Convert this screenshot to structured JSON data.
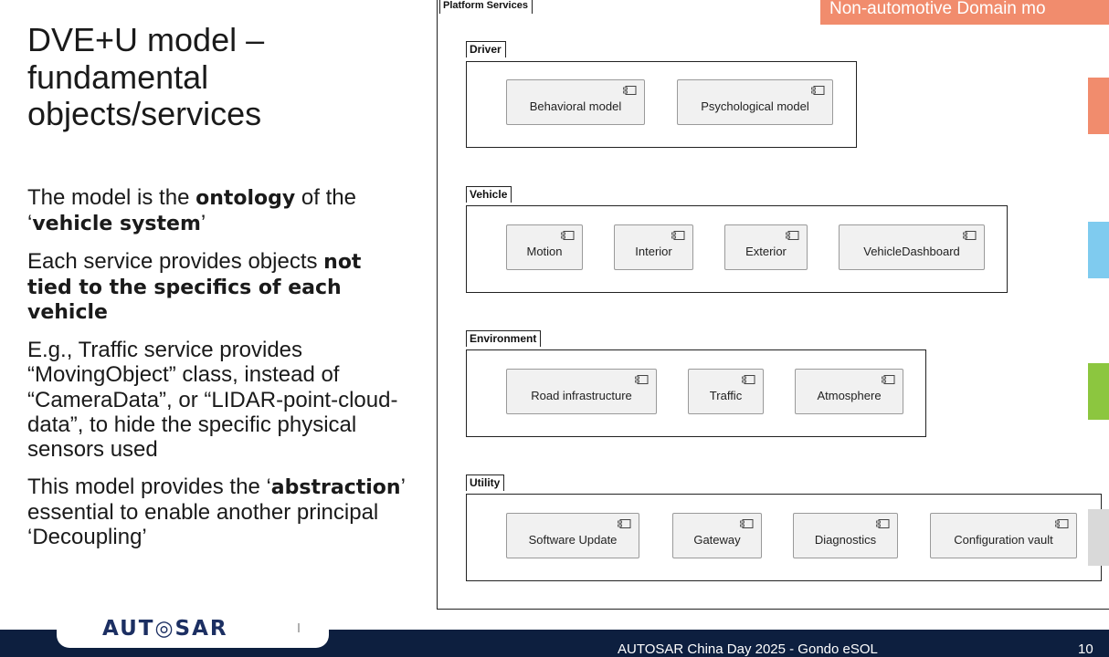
{
  "slide": {
    "title": "DVE+U model – fundamental objects/services",
    "bullets": [
      {
        "parts": [
          {
            "t": "The model is the "
          },
          {
            "t": "ontology",
            "b": true
          },
          {
            "t": " of the ‘"
          },
          {
            "t": "vehicle system",
            "b": true
          },
          {
            "t": "’"
          }
        ]
      },
      {
        "parts": [
          {
            "t": "Each service provides objects "
          },
          {
            "t": "not tied to the specifics of each vehicle",
            "b": true
          }
        ]
      },
      {
        "parts": [
          {
            "t": "E.g., Traffic service provides “MovingObject” class, instead of “CameraData”, or “LIDAR-point-cloud-data”, to hide the specific physical sensors used"
          }
        ]
      },
      {
        "parts": [
          {
            "t": "This model provides the ‘"
          },
          {
            "t": "abstraction",
            "b": true
          },
          {
            "t": "’ essential to enable another principal ‘Decoupling’"
          }
        ]
      }
    ]
  },
  "diagram": {
    "outer_label": "Platform Services",
    "banner": "Non-automotive Domain mo",
    "packages": [
      {
        "name": "Driver",
        "components": [
          "Behavioral model",
          "Psychological model"
        ]
      },
      {
        "name": "Vehicle",
        "components": [
          "Motion",
          "Interior",
          "Exterior",
          "VehicleDashboard"
        ]
      },
      {
        "name": "Environment",
        "components": [
          "Road infrastructure",
          "Traffic",
          "Atmosphere"
        ]
      },
      {
        "name": "Utility",
        "components": [
          "Software Update",
          "Gateway",
          "Diagnostics",
          "Configuration vault"
        ]
      }
    ],
    "side_colors": [
      "#f18c6d",
      "#7fcbef",
      "#8cc63f",
      "#d9d9d9"
    ]
  },
  "footer": {
    "logo": "AUT◎SAR",
    "text": "AUTOSAR China Day 2025 - Gondo eSOL",
    "page": "10"
  }
}
